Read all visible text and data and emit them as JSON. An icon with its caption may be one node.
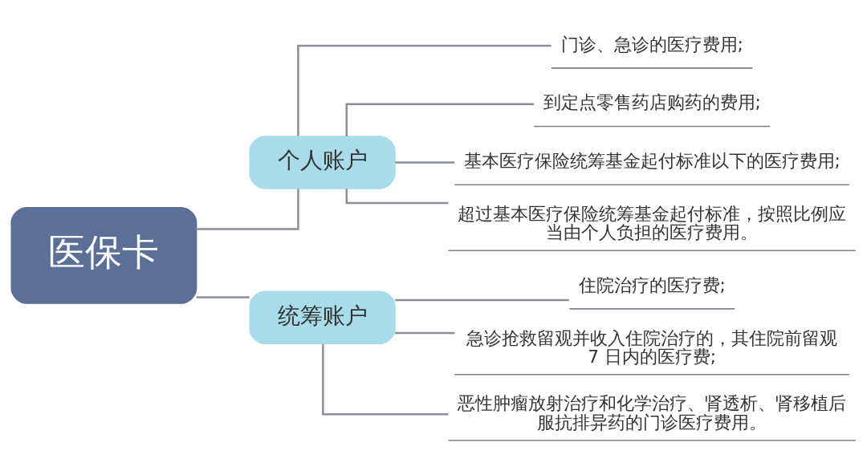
{
  "diagram": {
    "nodes": [
      {
        "text": [
          "医保卡"
        ]
      },
      {
        "text": [
          "个人账户"
        ]
      },
      {
        "text": [
          "门诊、急诊的医疗费用;"
        ]
      },
      {
        "text": [
          "到定点零售药店购药的费用;"
        ]
      },
      {
        "text": [
          "基本医疗保险统筹基金起付标准以下的医疗费用;"
        ]
      },
      {
        "text": [
          "超过基本医疗保险统筹基金起付标准，按照比例应当由个人负担的医疗费用。"
        ]
      },
      {
        "text": [
          "统筹账户"
        ]
      },
      {
        "text": [
          "住院治疗的医疗费;"
        ]
      },
      {
        "text": [
          "急诊抢救留观并收入住院治疗的，其住院前留观 7 日内的医疗费;"
        ]
      },
      {
        "text": [
          "恶性肿瘤放射治疗和化学治疗、肾透析、肾移植后服抗排异药的门诊医疗费用。"
        ]
      }
    ],
    "edges": [
      {
        "from": 0,
        "to": 1,
        "arrow": "none"
      },
      {
        "from": 0,
        "to": 6,
        "arrow": "none"
      },
      {
        "from": 1,
        "to": 2,
        "arrow": "none"
      },
      {
        "from": 1,
        "to": 3,
        "arrow": "none"
      },
      {
        "from": 1,
        "to": 4,
        "arrow": "none"
      },
      {
        "from": 1,
        "to": 5,
        "arrow": "none"
      },
      {
        "from": 6,
        "to": 7,
        "arrow": "none"
      },
      {
        "from": 6,
        "to": 8,
        "arrow": "none"
      },
      {
        "from": 6,
        "to": 9,
        "arrow": "none"
      }
    ]
  }
}
